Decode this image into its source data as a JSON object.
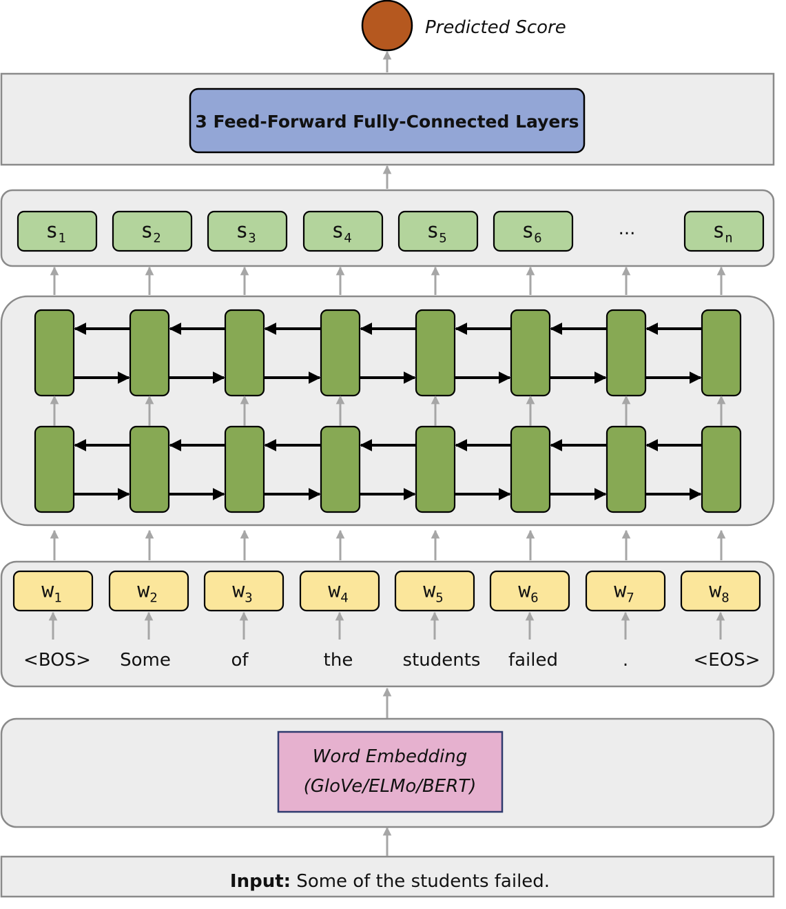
{
  "output": {
    "label": "Predicted Score",
    "color": "#b5581f"
  },
  "ffn": {
    "label": "3 Feed-Forward Fully-Connected Layers",
    "color": "#93a6d6"
  },
  "states": {
    "items": [
      {
        "base": "s",
        "sub": "1"
      },
      {
        "base": "s",
        "sub": "2"
      },
      {
        "base": "s",
        "sub": "3"
      },
      {
        "base": "s",
        "sub": "4"
      },
      {
        "base": "s",
        "sub": "5"
      },
      {
        "base": "s",
        "sub": "6"
      },
      {
        "base": "s",
        "sub": "n"
      }
    ],
    "ellipsis": "...",
    "color": "#b3d49c"
  },
  "lstm": {
    "cell_color": "#87a954",
    "layers": 2,
    "cells_per_layer": 8
  },
  "embeddings": {
    "items": [
      {
        "base": "w",
        "sub": "1"
      },
      {
        "base": "w",
        "sub": "2"
      },
      {
        "base": "w",
        "sub": "3"
      },
      {
        "base": "w",
        "sub": "4"
      },
      {
        "base": "w",
        "sub": "5"
      },
      {
        "base": "w",
        "sub": "6"
      },
      {
        "base": "w",
        "sub": "7"
      },
      {
        "base": "w",
        "sub": "8"
      }
    ],
    "color": "#fbe69b"
  },
  "tokens": [
    "<BOS>",
    "Some",
    "of",
    "the",
    "students",
    "failed",
    ".",
    "<EOS>"
  ],
  "word_embedding": {
    "line1": "Word Embedding",
    "line2": "(GloVe/ELMo/BERT)",
    "color": "#e6b1cf"
  },
  "input": {
    "label": "Input:",
    "text": " Some of the students failed."
  }
}
